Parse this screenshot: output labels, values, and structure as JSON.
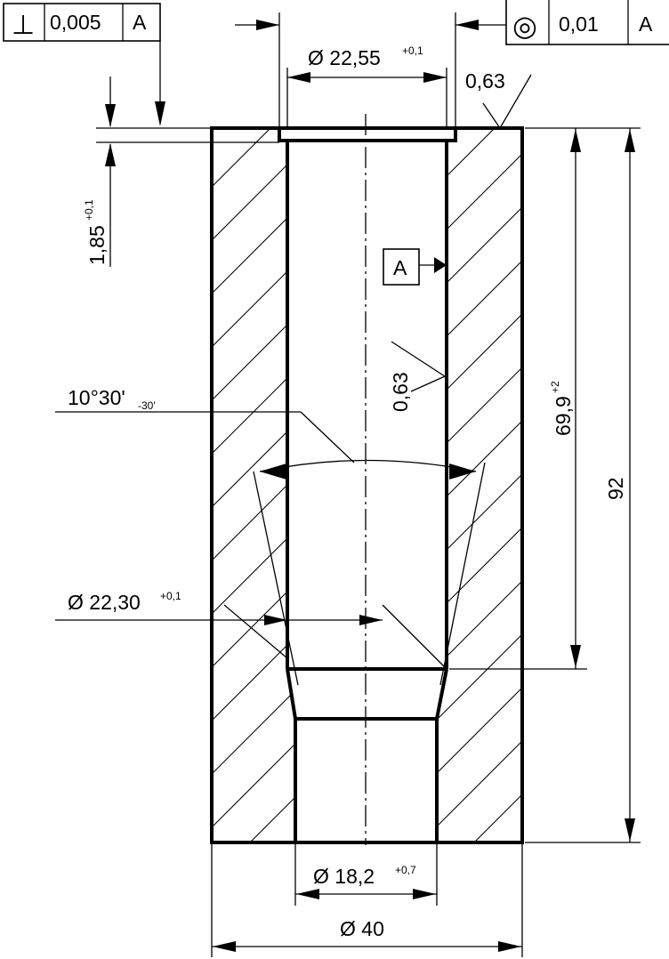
{
  "dimensions": {
    "top_bore": {
      "symbol": "Ø",
      "value": "22,55",
      "tolerance": "+0,1"
    },
    "groove_depth": {
      "value": "1,85",
      "tolerance": "+0,1"
    },
    "top_roughness": "0,63",
    "bore_roughness": "0,63",
    "taper_angle": {
      "value": "10°30'",
      "tolerance": "-30'"
    },
    "bore_depth": {
      "value": "69,9",
      "tolerance": "+2"
    },
    "overall_length": "92",
    "mid_bore": {
      "symbol": "Ø",
      "value": "22,30",
      "tolerance": "+0,1"
    },
    "bottom_bore": {
      "symbol": "Ø",
      "value": "18,2",
      "tolerance": "+0,7"
    },
    "outer_diameter": {
      "symbol": "Ø",
      "value": "40"
    }
  },
  "tolerance_frames": {
    "perpendicularity": {
      "symbol": "⊥",
      "value": "0,005",
      "datum": "A"
    },
    "concentricity": {
      "symbol": "◎",
      "value": "0,01",
      "datum": "A"
    }
  },
  "datum_label": "A",
  "colors": {
    "line": "#000000",
    "background": "#ffffff"
  }
}
